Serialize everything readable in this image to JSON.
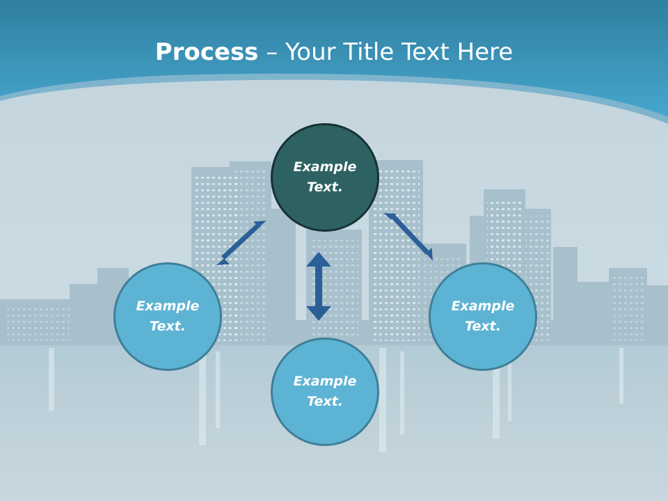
{
  "slide": {
    "title_bold": "Process",
    "title_rest": " – Your Title Text Here"
  },
  "diagram": {
    "nodes": [
      {
        "id": "top",
        "line1": "Example",
        "line2": "Text."
      },
      {
        "id": "left",
        "line1": "Example",
        "line2": "Text."
      },
      {
        "id": "right",
        "line1": "Example",
        "line2": "Text."
      },
      {
        "id": "bottom",
        "line1": "Example",
        "line2": "Text."
      }
    ]
  },
  "colors": {
    "header_blue": "#3a9ec6",
    "center_circle": "#2e6262",
    "outer_circles": "#5db3d4",
    "arrows": "#2c5f98"
  }
}
